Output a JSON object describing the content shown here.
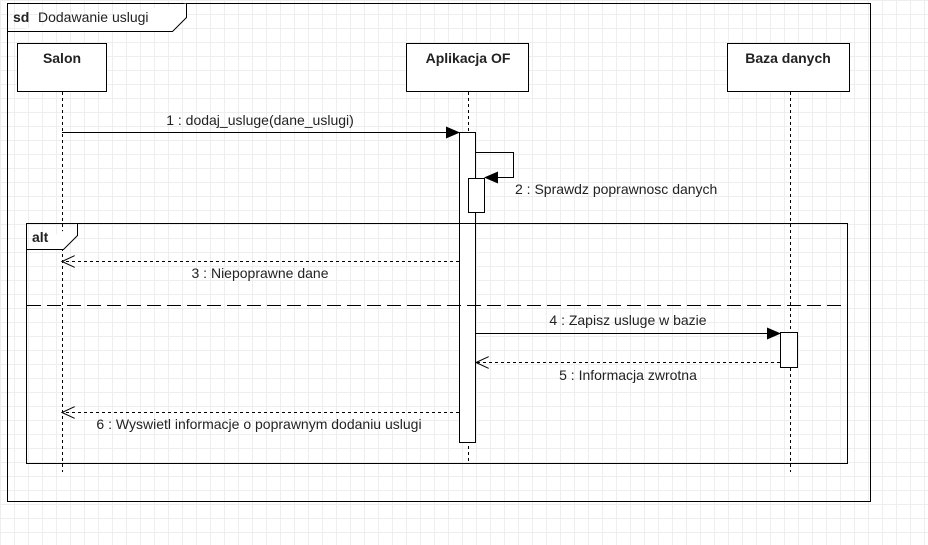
{
  "frame": {
    "kind": "sd",
    "title": "Dodawanie uslugi"
  },
  "participants": [
    {
      "id": "salon",
      "name": "Salon"
    },
    {
      "id": "app",
      "name": "Aplikacja OF"
    },
    {
      "id": "db",
      "name": "Baza danych"
    }
  ],
  "fragment": {
    "operator": "alt"
  },
  "messages": [
    {
      "num": "1",
      "label": "1 : dodaj_usluge(dane_uslugi)",
      "from": "Salon",
      "to": "Aplikacja OF",
      "style": "solid"
    },
    {
      "num": "2",
      "label": "2 : Sprawdz poprawnosc danych",
      "from": "Aplikacja OF",
      "to": "Aplikacja OF",
      "style": "self"
    },
    {
      "num": "3",
      "label": "3 : Niepoprawne dane",
      "from": "Aplikacja OF",
      "to": "Salon",
      "style": "return"
    },
    {
      "num": "4",
      "label": "4 : Zapisz usluge w bazie",
      "from": "Aplikacja OF",
      "to": "Baza danych",
      "style": "solid"
    },
    {
      "num": "5",
      "label": "5 : Informacja zwrotna",
      "from": "Baza danych",
      "to": "Aplikacja OF",
      "style": "return"
    },
    {
      "num": "6",
      "label": "6 : Wyswietl informacje o poprawnym dodaniu uslugi",
      "from": "Aplikacja OF",
      "to": "Salon",
      "style": "return"
    }
  ]
}
